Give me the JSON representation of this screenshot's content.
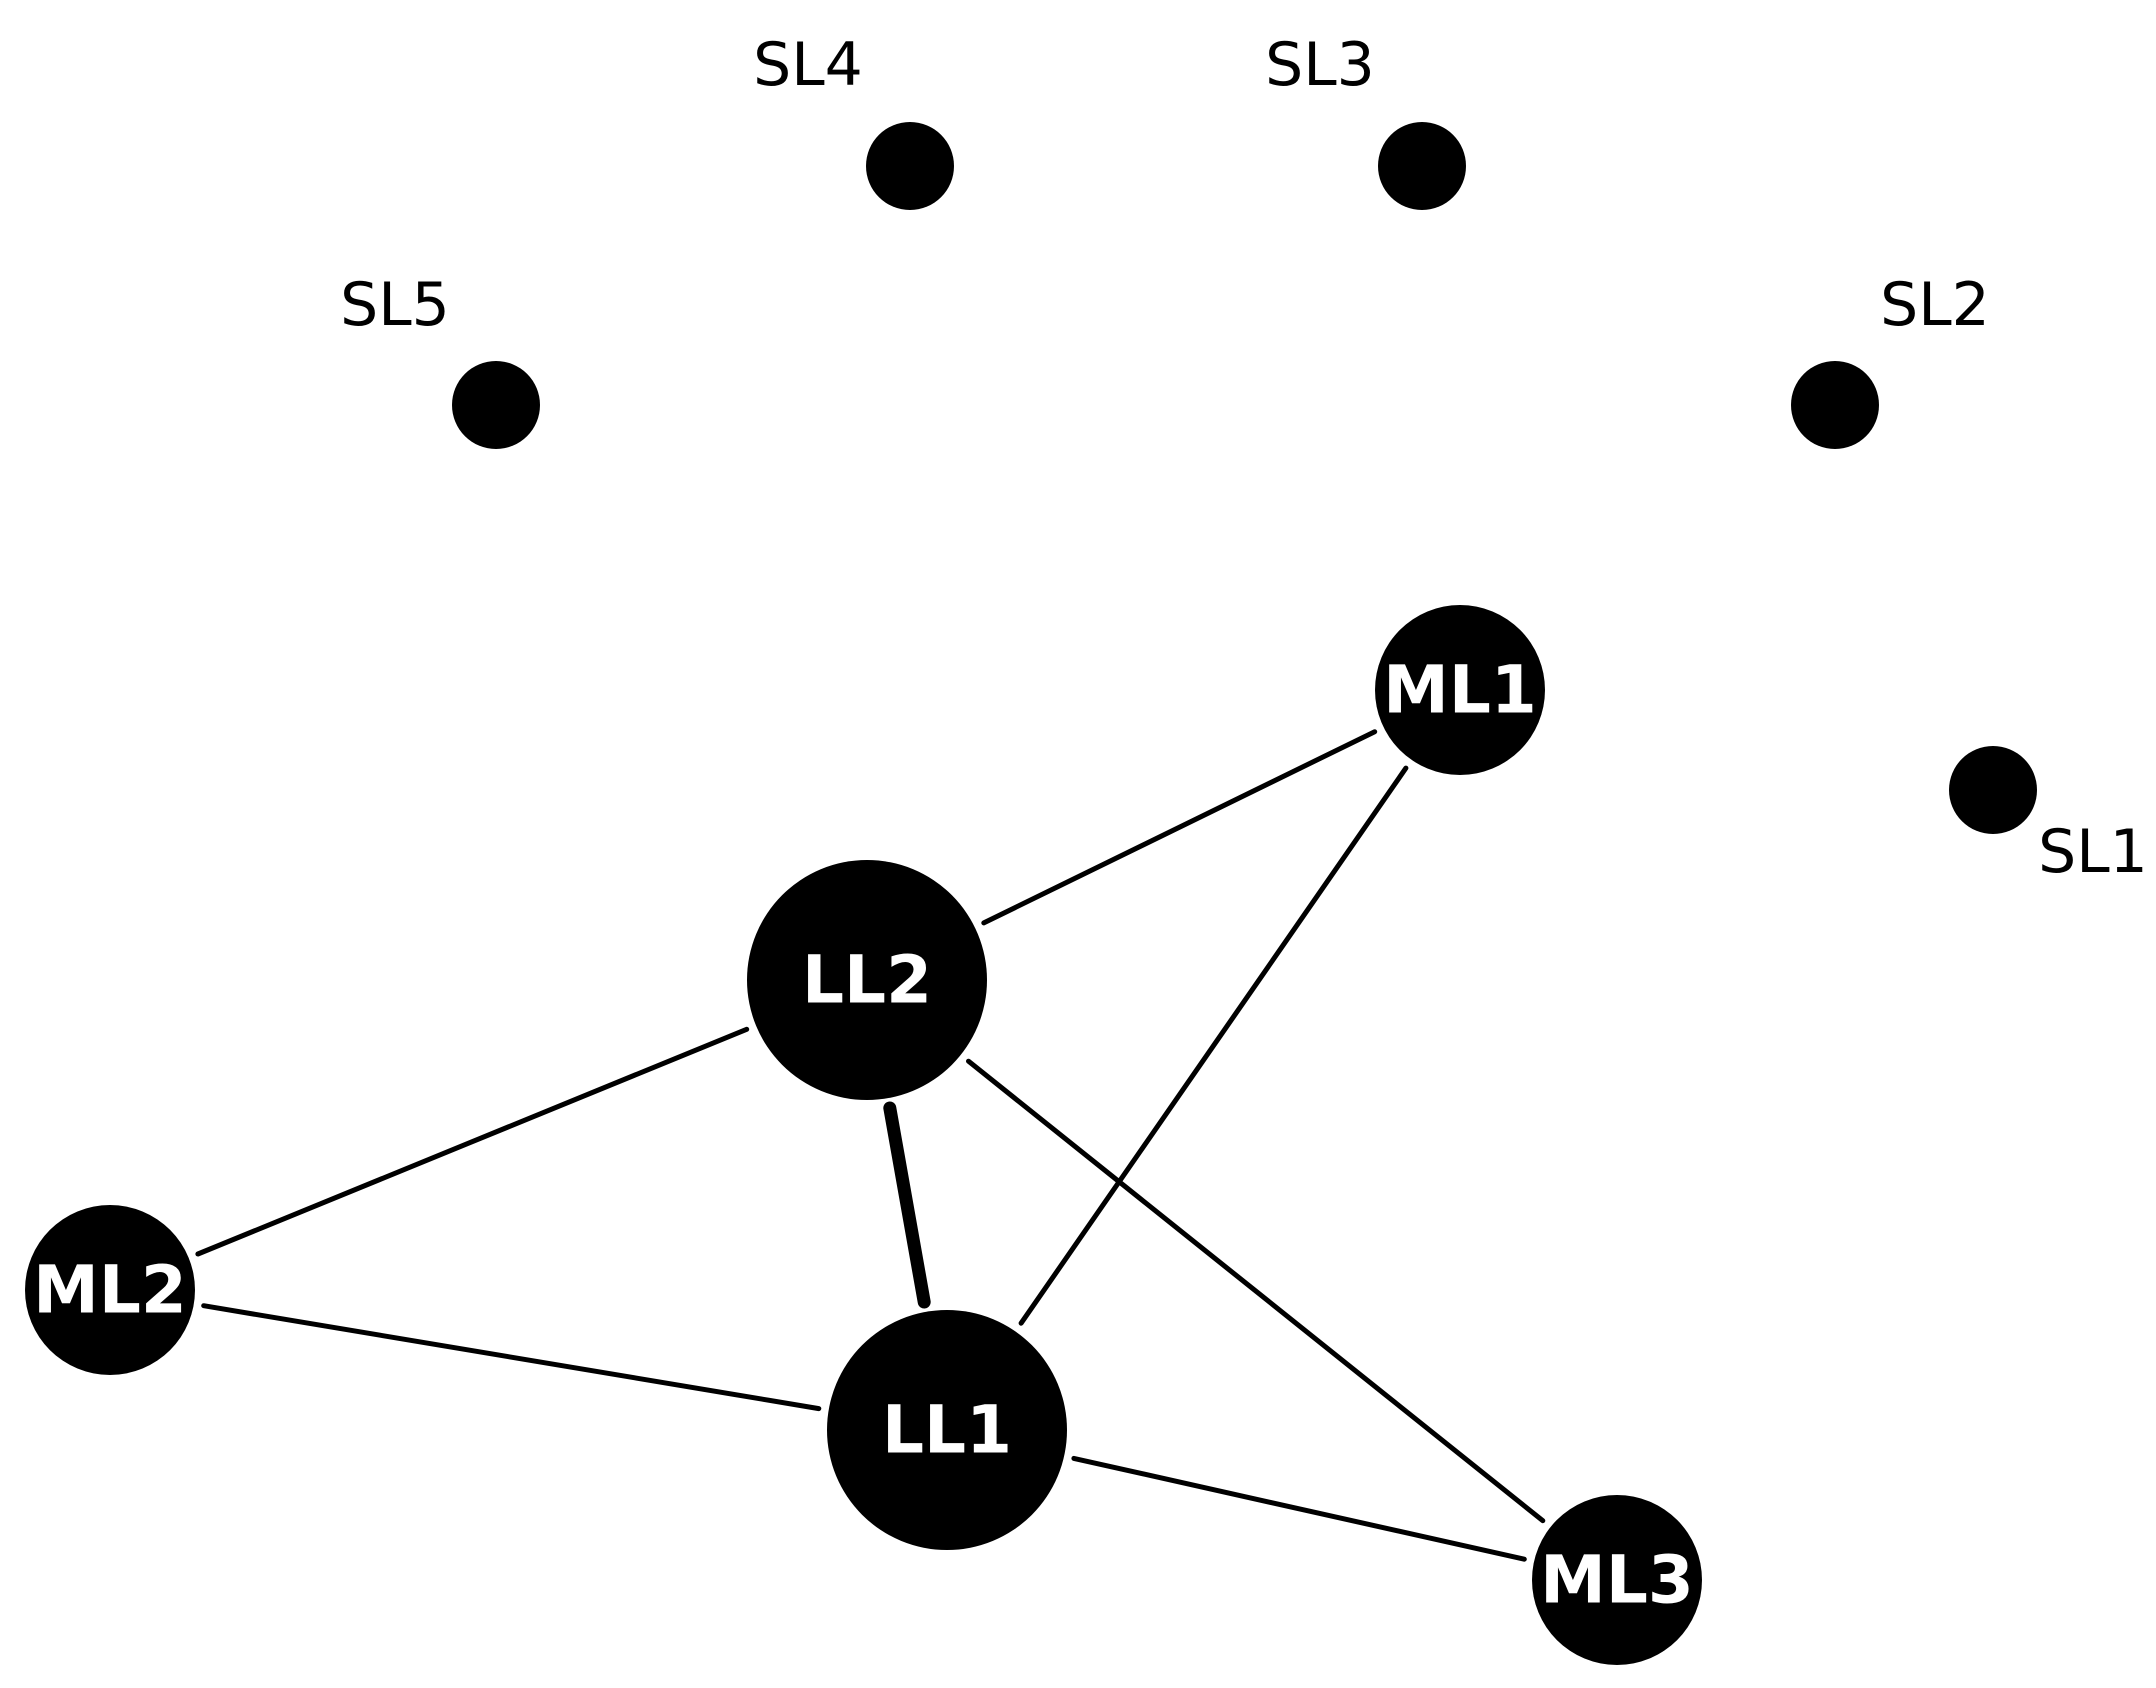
{
  "graph": {
    "nodes": [
      {
        "id": "LL1",
        "label": "LL1",
        "tier": "large"
      },
      {
        "id": "LL2",
        "label": "LL2",
        "tier": "large"
      },
      {
        "id": "ML1",
        "label": "ML1",
        "tier": "medium"
      },
      {
        "id": "ML2",
        "label": "ML2",
        "tier": "medium"
      },
      {
        "id": "ML3",
        "label": "ML3",
        "tier": "medium"
      },
      {
        "id": "SL1",
        "label": "SL1",
        "tier": "small"
      },
      {
        "id": "SL2",
        "label": "SL2",
        "tier": "small"
      },
      {
        "id": "SL3",
        "label": "SL3",
        "tier": "small"
      },
      {
        "id": "SL4",
        "label": "SL4",
        "tier": "small"
      },
      {
        "id": "SL5",
        "label": "SL5",
        "tier": "small"
      }
    ],
    "edges": [
      {
        "source": "LL2",
        "target": "LL1",
        "weight": "heavy"
      },
      {
        "source": "LL2",
        "target": "ML1",
        "weight": "normal"
      },
      {
        "source": "LL2",
        "target": "ML2",
        "weight": "normal"
      },
      {
        "source": "LL2",
        "target": "ML3",
        "weight": "normal"
      },
      {
        "source": "LL1",
        "target": "ML1",
        "weight": "normal"
      },
      {
        "source": "LL1",
        "target": "ML2",
        "weight": "normal"
      },
      {
        "source": "LL1",
        "target": "ML3",
        "weight": "normal"
      }
    ]
  }
}
